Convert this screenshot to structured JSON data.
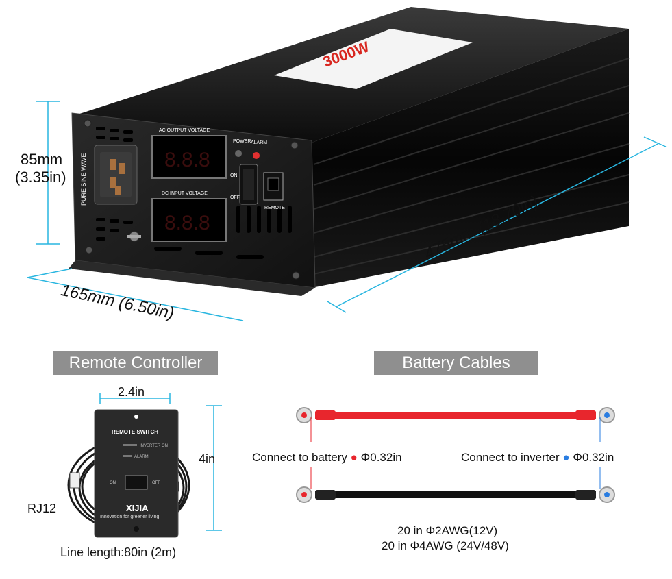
{
  "inverter": {
    "height_dim": "85mm",
    "height_dim_in": "(3.35in)",
    "width_dim": "165mm  (6.50in)",
    "length_dim": "475mm  (18.70in)",
    "panel": {
      "ac_output_label": "AC OUTPUT VOLTAGE",
      "dc_input_label": "DC INPUT VOLTAGE",
      "ac_display": "8.8.8",
      "dc_display": "8.8.8",
      "power_label": "POWER",
      "alarm_label": "ALARM",
      "on_label": "ON",
      "off_label": "OFF",
      "remote_label": "REMOTE",
      "side_label": "PURE SINE WAVE",
      "top_label": "3000W"
    }
  },
  "remote": {
    "header": "Remote Controller",
    "width_dim": "2.4in",
    "height_dim": "4in",
    "title": "REMOTE SWITCH",
    "inverter_on": "INVERTER ON",
    "alarm": "ALARM",
    "on": "ON",
    "off": "OFF",
    "brand": "XIJIA",
    "tagline": "Innovation for greener living",
    "connector": "RJ12",
    "line_length": "Line length:80in (2m)"
  },
  "cables": {
    "header": "Battery Cables",
    "connect_battery": "Connect to battery",
    "connect_battery_size": "Φ0.32in",
    "connect_inverter": "Connect to inverter",
    "connect_inverter_size": "Φ0.32in",
    "spec_1": "20 in Φ2AWG(12V)",
    "spec_2": "20 in Φ4AWG (24V/48V)",
    "colors": {
      "red": "#e8262d",
      "blue": "#2a7de1",
      "black": "#111111"
    }
  },
  "accent_color": "#29b6e0"
}
